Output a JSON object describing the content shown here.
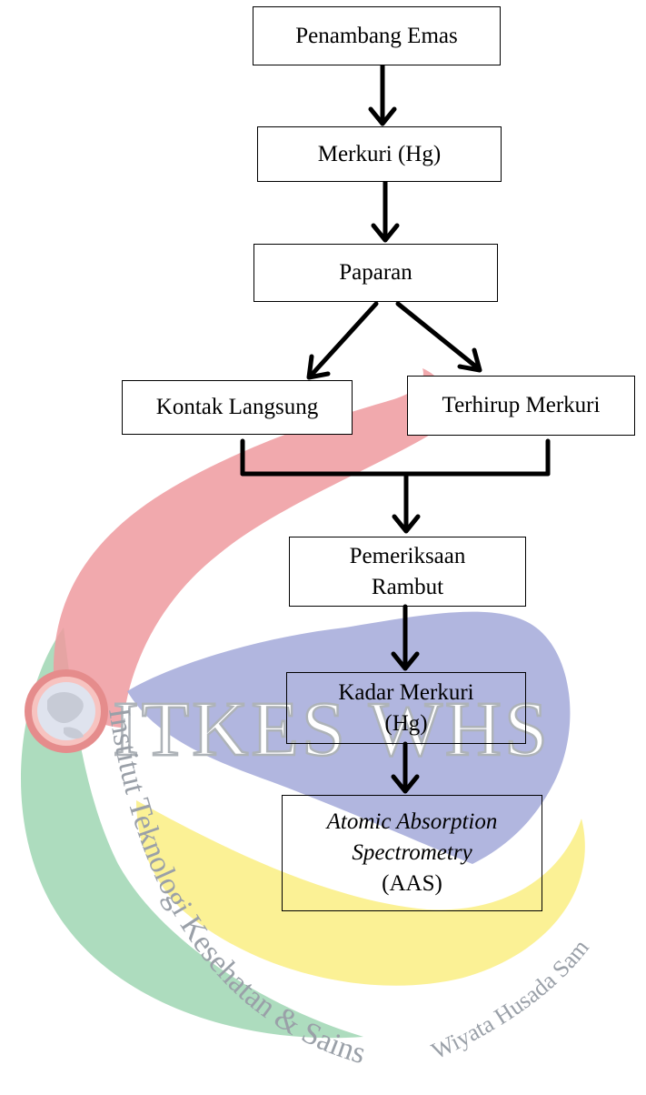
{
  "diagram": {
    "nodes": {
      "penambang": {
        "label": "Penambang Emas"
      },
      "merkuri": {
        "label": "Merkuri (Hg)"
      },
      "paparan": {
        "label": "Paparan"
      },
      "kontak": {
        "label": "Kontak Langsung"
      },
      "terhirup": {
        "label": "Terhirup Merkuri"
      },
      "pemeriksaan": {
        "line1": "Pemeriksaan",
        "line2": "Rambut"
      },
      "kadar": {
        "line1": "Kadar Merkuri",
        "line2": "(Hg)"
      },
      "aas": {
        "line1": "Atomic Absorption",
        "line2": "Spectrometry",
        "line3": "(AAS)"
      }
    },
    "edges": [
      {
        "from": "Penambang Emas",
        "to": "Merkuri (Hg)"
      },
      {
        "from": "Merkuri (Hg)",
        "to": "Paparan"
      },
      {
        "from": "Paparan",
        "to": "Kontak Langsung"
      },
      {
        "from": "Paparan",
        "to": "Terhirup Merkuri"
      },
      {
        "from": "Kontak Langsung",
        "to": "Pemeriksaan Rambut"
      },
      {
        "from": "Terhirup Merkuri",
        "to": "Pemeriksaan Rambut"
      },
      {
        "from": "Pemeriksaan Rambut",
        "to": "Kadar Merkuri (Hg)"
      },
      {
        "from": "Kadar Merkuri (Hg)",
        "to": "Atomic Absorption Spectrometry (AAS)"
      }
    ]
  },
  "watermark": {
    "logo_text": "ITKES WHS",
    "arc_text_left": "Institut Teknologi Kesehatan & Sains",
    "arc_text_right": "Wiyata Husada Samarinda",
    "colors": {
      "red": "#ef9a9f",
      "blue": "#a9aedb",
      "yellow": "#fbf08a",
      "green": "#9fd6b3",
      "text": "#9aa0a8"
    }
  }
}
